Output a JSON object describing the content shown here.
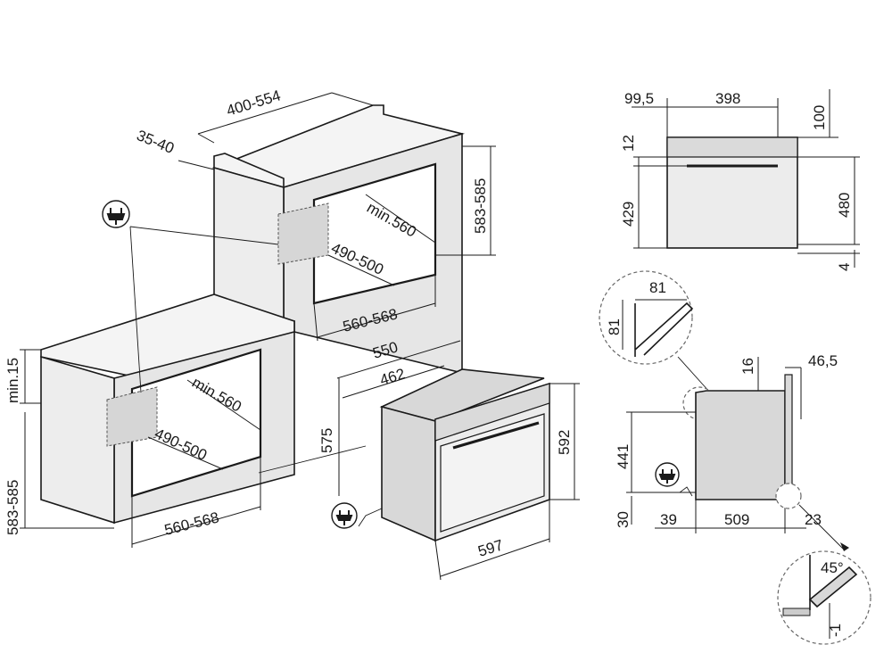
{
  "labels": {
    "top_depth": "400-554",
    "back_gap": "35-40",
    "col_height_right": "583-585",
    "col_depth": "min.560",
    "col_hole_height": "490-500",
    "col_hole_width": "560-568",
    "under_min": "min.15",
    "under_height_left": "583-585",
    "under_depth": "min.560",
    "under_hole_height": "490-500",
    "under_hole_width": "560-568",
    "oven_depth": "550",
    "oven_body_depth": "462",
    "oven_body_height": "575",
    "oven_height": "592",
    "oven_width": "597",
    "front_left": "99,5",
    "front_width": "398",
    "front_top": "100",
    "front_12": "12",
    "front_429": "429",
    "front_480": "480",
    "front_4": "4",
    "detail_81w": "81",
    "detail_81h": "81",
    "side_16": "16",
    "side_46": "46,5",
    "side_441": "441",
    "side_30": "30",
    "side_39": "39",
    "side_509": "509",
    "side_23": "23",
    "detail_45": "45°",
    "detail_neg1": "-1"
  },
  "icons": {
    "plug": "power-plug-icon"
  },
  "colors": {
    "line": "#1a1a1a",
    "wall_fill": "#e6e6e6",
    "oven_fill": "#ececec"
  }
}
